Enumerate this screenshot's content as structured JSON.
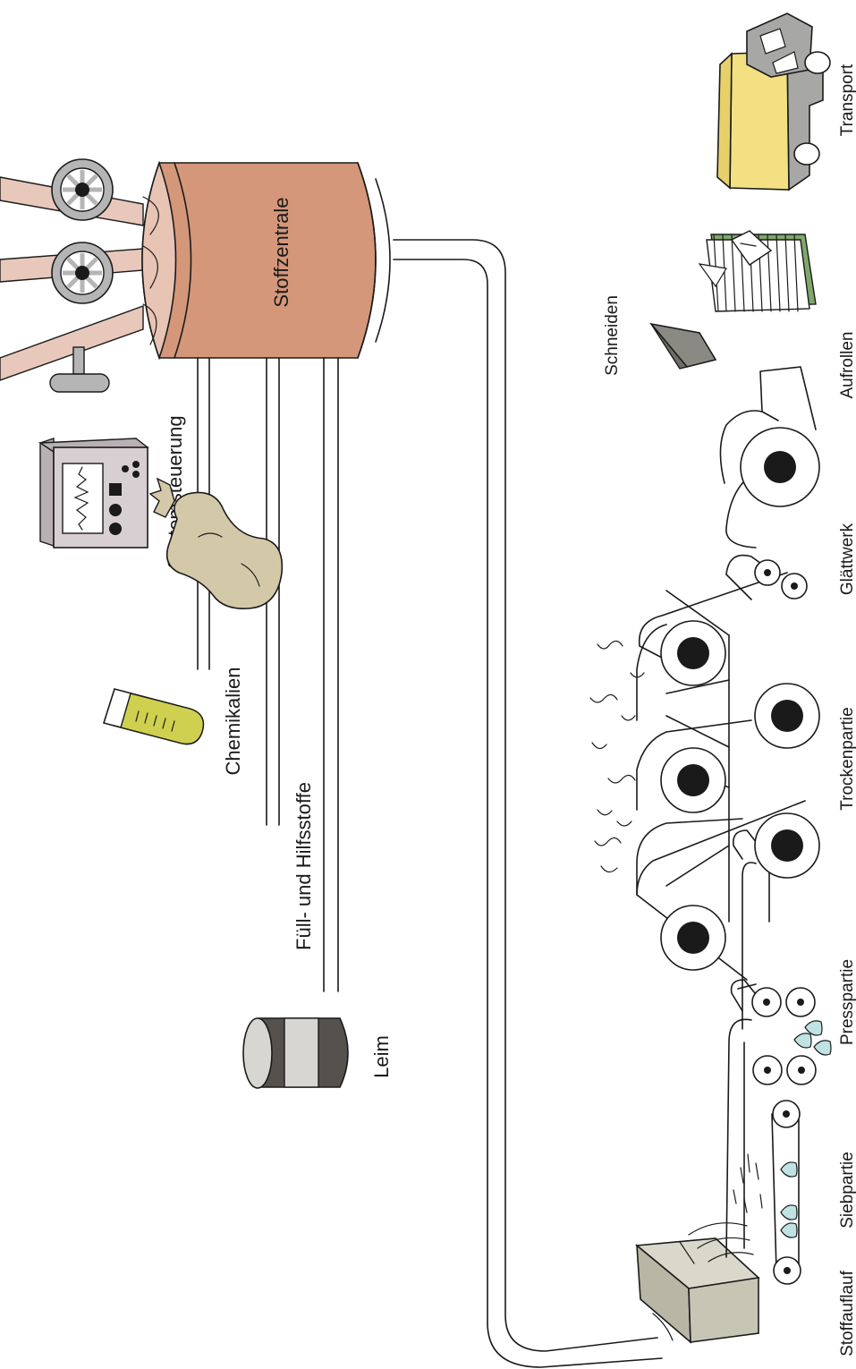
{
  "labels": {
    "stoffzentrale": "Stoffzentrale",
    "systemsteuerung": "Systemsteuerung",
    "chemikalien": "Chemikalien",
    "fuellstoffe": "Füll- und Hilfsstoffe",
    "leim": "Leim",
    "schneiden": "Schneiden",
    "stations": [
      "Stoffauflauf",
      "Siebpartie",
      "Presspartie",
      "Trockenpartie",
      "Glättwerk",
      "Aufrollen",
      "Transport"
    ]
  },
  "colors": {
    "tank": "#d4977a",
    "tank_side": "#e8c4b4",
    "pipe": "#e8c8bb",
    "valve": "#b5b5b5",
    "monitor": "#d8cfd3",
    "tube_fill": "#cfd050",
    "sack": "#d3c9a8",
    "barrel_dark": "#55524d",
    "barrel_light": "#d8d6d3",
    "headbox": "#c7c6b5",
    "knife": "#8b8a82",
    "truck_cargo": "#f2e083",
    "truck": "#a7a7a5",
    "water": "#bfe3e3",
    "stack_green": "#7fa86a"
  },
  "icons": [
    "stock-tank",
    "valve-wheel-icon",
    "control-monitor-icon",
    "test-tube-icon",
    "sack-icon",
    "barrel-icon",
    "headbox-icon",
    "knife-icon",
    "paper-stack-icon",
    "truck-icon",
    "water-drop-icon",
    "steam-icon"
  ]
}
